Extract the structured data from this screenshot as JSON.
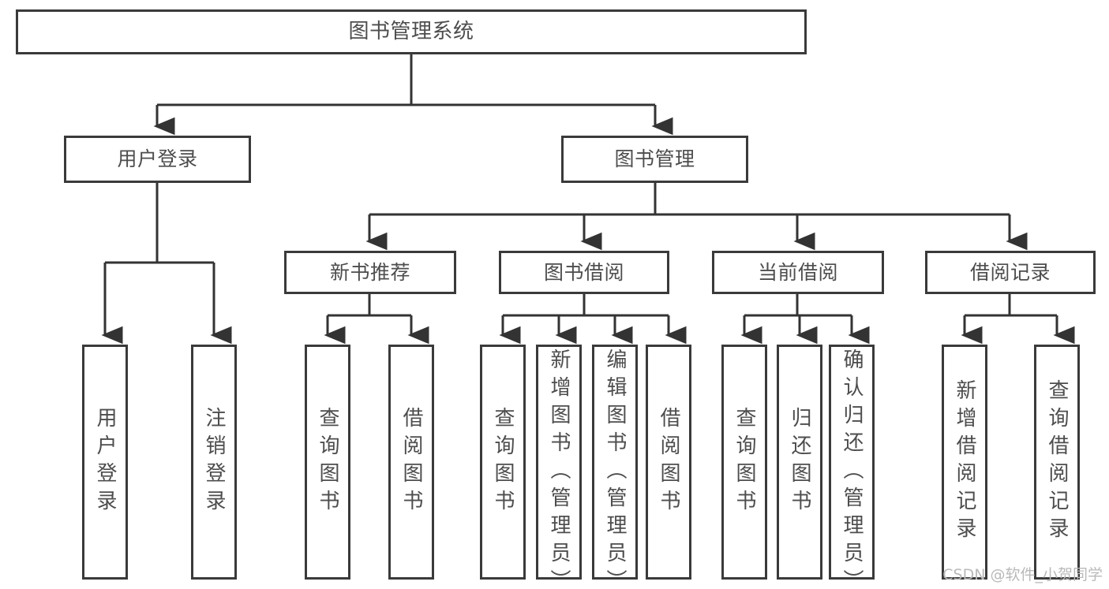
{
  "diagram": {
    "title": "图书管理系统",
    "type": "tree",
    "watermark": "CSDN @软件_小贺同学",
    "colors": {
      "box_border": "#3a3a3a",
      "text": "#4d4d4d",
      "connector": "#333333",
      "background": "#ffffff",
      "watermark": "#b9b9b9"
    },
    "nodes": {
      "root": {
        "label": "图书管理系统"
      },
      "level1": [
        {
          "label": "用户登录"
        },
        {
          "label": "图书管理"
        }
      ],
      "level2": [
        {
          "label": "新书推荐"
        },
        {
          "label": "图书借阅"
        },
        {
          "label": "当前借阅"
        },
        {
          "label": "借阅记录"
        }
      ],
      "leaves": {
        "user_login": [
          {
            "label": "用户登录"
          },
          {
            "label": "注销登录"
          }
        ],
        "new_book_recommend": [
          {
            "label": "查询图书"
          },
          {
            "label": "借阅图书"
          }
        ],
        "book_borrow": [
          {
            "label": "查询图书"
          },
          {
            "label": "新增图书（管理员）"
          },
          {
            "label": "编辑图书（管理员）"
          },
          {
            "label": "借阅图书"
          }
        ],
        "current_borrow": [
          {
            "label": "查询图书"
          },
          {
            "label": "归还图书"
          },
          {
            "label": "确认归还（管理员）"
          }
        ],
        "borrow_record": [
          {
            "label": "新增借阅记录"
          },
          {
            "label": "查询借阅记录"
          }
        ]
      }
    }
  }
}
